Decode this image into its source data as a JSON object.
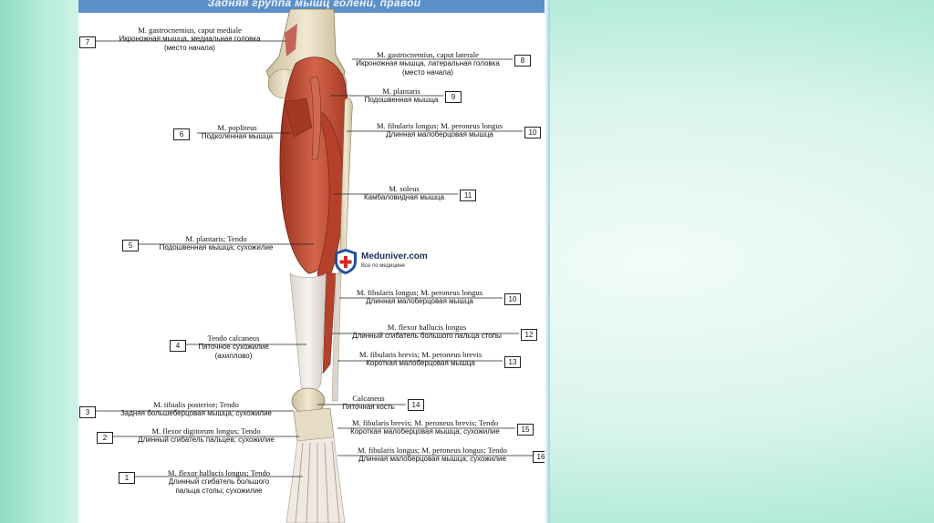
{
  "plate": {
    "title": "Задняя группа мышц голени, правой",
    "watermark": {
      "name": "Meduniver.com",
      "tagline": "Все по медицине"
    }
  },
  "labels": [
    {
      "num": "7",
      "latin": "M. gastrocnemius, caput mediale",
      "russian": "Икроножная мышца, медиальная головка",
      "extra": "(место начала)"
    },
    {
      "num": "8",
      "latin": "M. gastrocnemius, caput laterale",
      "russian": "Икроножная мышца, латеральная головка",
      "extra": "(место начала)"
    },
    {
      "num": "9",
      "latin": "M. plantaris",
      "russian": "Подошвенная мышца",
      "extra": ""
    },
    {
      "num": "6",
      "latin": "M. popliteus",
      "russian": "Подколенная мышца",
      "extra": ""
    },
    {
      "num": "10",
      "latin": "M. fibularis longus; M. peroneus longus",
      "russian": "Длинная малоберцовая мышца",
      "extra": ""
    },
    {
      "num": "11",
      "latin": "M. soleus",
      "russian": "Камбаловидная мышца",
      "extra": ""
    },
    {
      "num": "5",
      "latin": "M. plantaris; Tendo",
      "russian": "Подошвенная мышца; сухожилие",
      "extra": ""
    },
    {
      "num": "10",
      "latin": "M. fibularis longus; M. peroneus longus",
      "russian": "Длинная малоберцовая мышца",
      "extra": ""
    },
    {
      "num": "12",
      "latin": "M. flexor hallucis longus",
      "russian": "Длинный сгибатель большого пальца стопы",
      "extra": ""
    },
    {
      "num": "4",
      "latin": "Tendo calcaneus",
      "russian": "Пяточное сухожилие",
      "extra": "(ахиллово)"
    },
    {
      "num": "13",
      "latin": "M. fibularis brevis; M. peroneus brevis",
      "russian": "Короткая малоберцовая мышца",
      "extra": ""
    },
    {
      "num": "14",
      "latin": "Calcaneus",
      "russian": "Пяточная кость",
      "extra": ""
    },
    {
      "num": "3",
      "latin": "M. tibialis posterior; Tendo",
      "russian": "Задняя большеберцовая мышца; сухожилие",
      "extra": ""
    },
    {
      "num": "15",
      "latin": "M. fibularis brevis; M. peroneus brevis; Tendo",
      "russian": "Короткая малоберцовая мышца; сухожилие",
      "extra": ""
    },
    {
      "num": "2",
      "latin": "M. flexor digitorum longus; Tendo",
      "russian": "Длинный сгибатель пальцев; сухожилие",
      "extra": ""
    },
    {
      "num": "16",
      "latin": "M. fibularis longus; M. peroneus longus; Tendo",
      "russian": "Длинная малоберцовая мышца; сухожилие",
      "extra": ""
    },
    {
      "num": "1",
      "latin": "M. flexor hallucis longus; Tendo",
      "russian": "Длинный сгибатель большого",
      "extra": "пальца стопы; сухожилие"
    }
  ],
  "colors": {
    "muscle": "#b8452e",
    "muscle_light": "#d9735a",
    "bone": "#e8dcc0",
    "tendon": "#ece6df",
    "header": "#5b8fc8"
  }
}
